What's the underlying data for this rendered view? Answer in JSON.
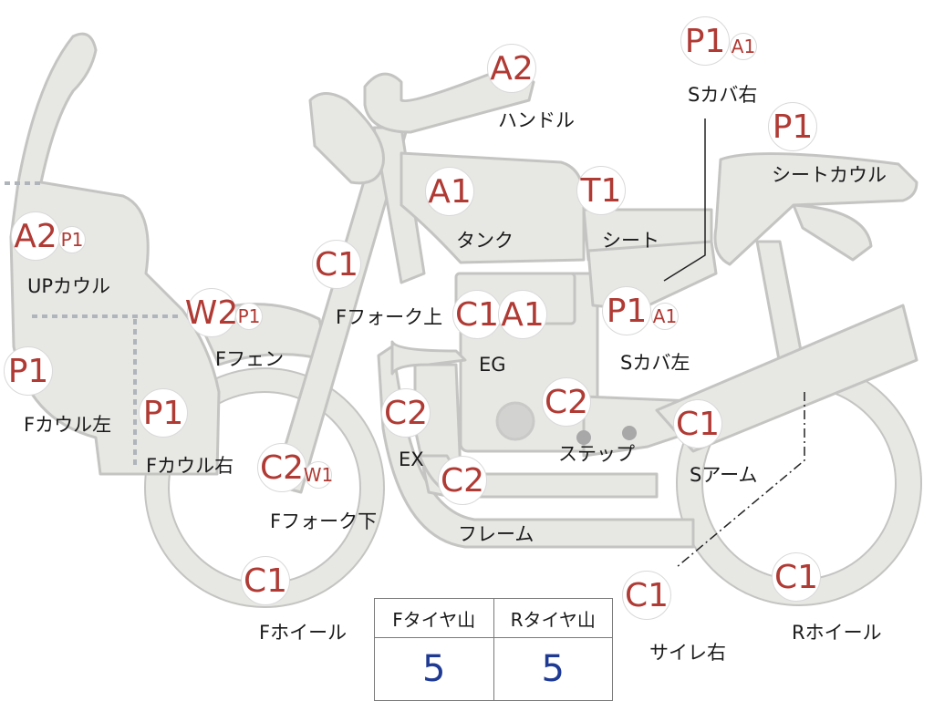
{
  "parts": [
    {
      "id": "up-cowl",
      "grade": "A2",
      "sub": "P1",
      "label": "UPカウル"
    },
    {
      "id": "f-cowl-left",
      "grade": "P1",
      "sub": "",
      "label": "Fカウル左"
    },
    {
      "id": "f-cowl-right",
      "grade": "P1",
      "sub": "",
      "label": "Fカウル右"
    },
    {
      "id": "f-fender",
      "grade": "W2",
      "sub": "P1",
      "label": "Fフェン"
    },
    {
      "id": "f-fork-upper",
      "grade": "C1",
      "sub": "",
      "label": "Fフォーク上"
    },
    {
      "id": "f-fork-lower",
      "grade": "C2",
      "sub": "W1",
      "label": "Fフォーク下"
    },
    {
      "id": "f-wheel",
      "grade": "C1",
      "sub": "",
      "label": "Fホイール"
    },
    {
      "id": "handle",
      "grade": "A2",
      "sub": "",
      "label": "ハンドル"
    },
    {
      "id": "tank",
      "grade": "A1",
      "sub": "",
      "label": "タンク"
    },
    {
      "id": "seat",
      "grade": "T1",
      "sub": "",
      "label": "シート"
    },
    {
      "id": "engine",
      "grade": "C1",
      "grade2": "A1",
      "label": "EG"
    },
    {
      "id": "exhaust",
      "grade": "C2",
      "sub": "",
      "label": "EX"
    },
    {
      "id": "frame",
      "grade": "C2",
      "sub": "",
      "label": "フレーム"
    },
    {
      "id": "step",
      "grade": "C2",
      "sub": "",
      "label": "ステップ"
    },
    {
      "id": "s-cover-right",
      "grade": "P1",
      "sub": "A1",
      "label": "Sカバ右"
    },
    {
      "id": "s-cover-left",
      "grade": "P1",
      "sub": "A1",
      "label": "Sカバ左"
    },
    {
      "id": "seat-cowl",
      "grade": "P1",
      "sub": "",
      "label": "シートカウル"
    },
    {
      "id": "swing-arm",
      "grade": "C1",
      "sub": "",
      "label": "Sアーム"
    },
    {
      "id": "muffler-right",
      "grade": "C1",
      "sub": "",
      "label": "サイレ右"
    },
    {
      "id": "r-wheel",
      "grade": "C1",
      "sub": "",
      "label": "Rホイール"
    }
  ],
  "tire_table": {
    "front_header": "Fタイヤ山",
    "rear_header": "Rタイヤ山",
    "front_value": "5",
    "rear_value": "5"
  },
  "colors": {
    "body_fill": "#e7e7e4",
    "body_stroke": "#c4c4c2",
    "grade_text": "#b03a34",
    "tire_value_text": "#1f3a93"
  }
}
